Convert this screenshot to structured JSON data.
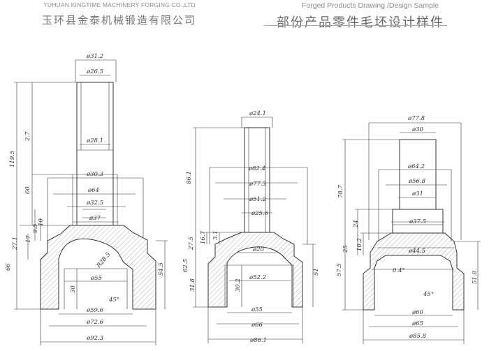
{
  "header": {
    "company_en": "YUHUAN KINGTIME MACHINERY FORGING CO.,LTD",
    "company_cn": "玉环县金泰机械锻造有限公司",
    "title_en": "Forged Products Drawing /Design Sample",
    "title_cn": "部份产品零件毛坯设计样件"
  },
  "part1": {
    "d_top": "ø31.2",
    "d_bore": "ø26.5",
    "d_stem": "ø28.1",
    "d_collar": "ø30.3",
    "d_neck1": "ø64",
    "d_neck2": "ø32.5",
    "d_neck3": "ø37",
    "d_cav": "ø55",
    "d_base1": "ø59.6",
    "d_base2": "ø72.6",
    "d_base3": "ø92.3",
    "h_27": "2.7",
    "h_1195": "119.5",
    "h_60": "60",
    "h_10": "10",
    "h_95": "9.5",
    "h_17": "17",
    "h_271": "27.1",
    "h_66": "66",
    "h_30": "30",
    "h_545": "54.5",
    "radius": "R28.5",
    "angle": "45°"
  },
  "part2": {
    "d_top": "ø24.1",
    "d_collar": "ø82.4",
    "d_mid": "ø77.3",
    "d_neck": "ø51.2",
    "d_stub": "ø25.6",
    "d_inner": "ø20",
    "d_cav": "ø52.2",
    "d_base1": "ø55",
    "d_base2": "ø66",
    "d_base3": "ø86.1",
    "h_861": "86.1",
    "h_167": "16.7",
    "h_275": "27.5",
    "h_31": "3.1",
    "h_625": "62.5",
    "h_318": "31.8",
    "h_302": "30.2",
    "h_51": "51"
  },
  "part3": {
    "d_top": "ø77.8",
    "d_stem": "ø30",
    "d_collar": "ø64.2",
    "d_mid": "ø56.8",
    "d_neck": "ø31",
    "d_step": "ø37.5",
    "d_cav": "ø44.5",
    "d_base1": "ø60",
    "d_base2": "ø65",
    "d_base3": "ø85.8",
    "h_787": "78.7",
    "h_24": "24",
    "h_102": "10.2",
    "h_25": "25",
    "h_575": "57.5",
    "h_518": "51.8",
    "angle1": "0.4°",
    "angle2": "45°"
  }
}
